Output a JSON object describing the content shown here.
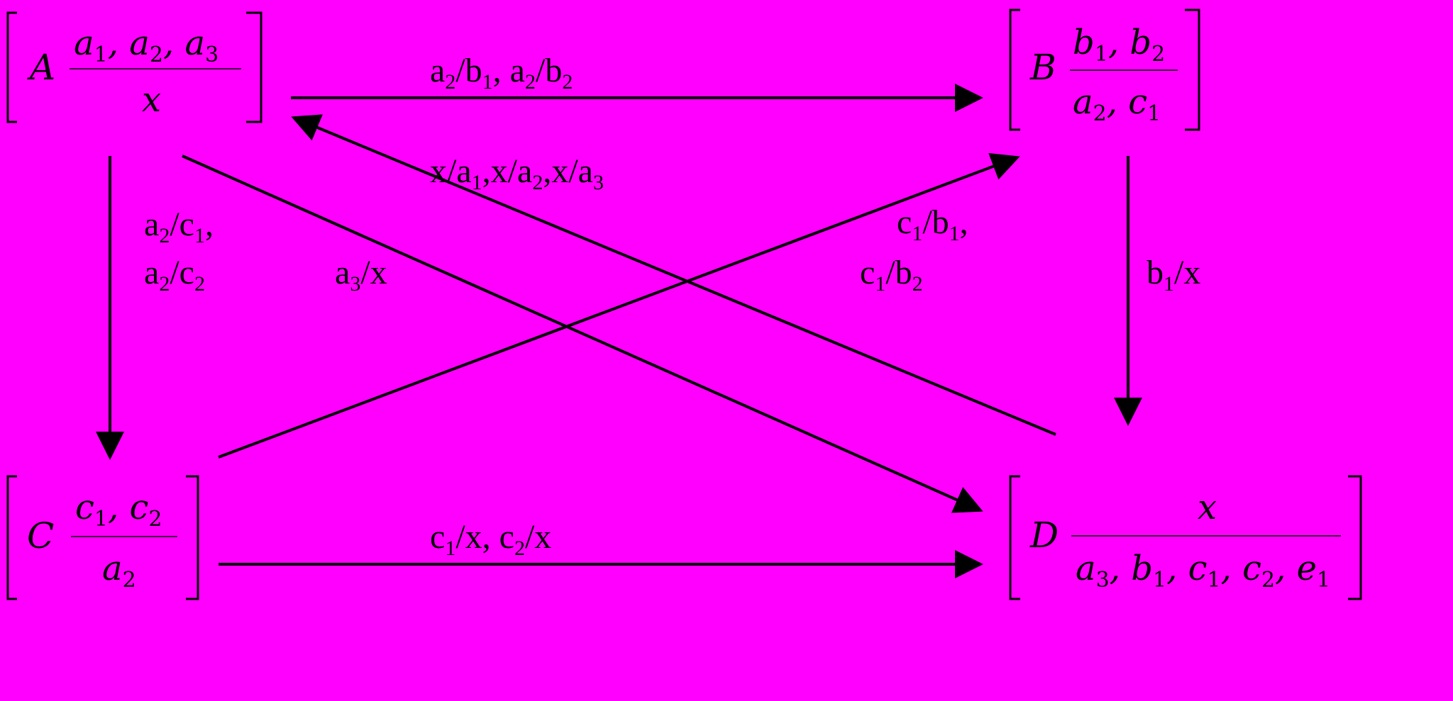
{
  "background": "#FF00FF",
  "ink": "#000000",
  "nodes": {
    "A": {
      "name": "A",
      "top": [
        "a",
        "1",
        ", ",
        "a",
        "2",
        ", ",
        "a",
        "3"
      ],
      "bottom": [
        "x"
      ]
    },
    "B": {
      "name": "B",
      "top": [
        "b",
        "1",
        ", ",
        "b",
        "2"
      ],
      "bottom": [
        "a",
        "2",
        ", ",
        "c",
        "1"
      ]
    },
    "C": {
      "name": "C",
      "top": [
        "c",
        "1",
        ", ",
        "c",
        "2"
      ],
      "bottom": [
        "a",
        "2"
      ]
    },
    "D": {
      "name": "D",
      "top": [
        "x"
      ],
      "bottom": [
        "a",
        "3",
        ", ",
        "b",
        "1",
        ", ",
        "c",
        "1",
        ", ",
        "c",
        "2",
        ", ",
        "e",
        "1"
      ]
    }
  },
  "edges": [
    {
      "from": "A",
      "to": "B",
      "label": "a2/b1, a2/b2"
    },
    {
      "from": "D",
      "to": "A",
      "label": "x/a1,x/a2,x/a3"
    },
    {
      "from": "A",
      "to": "C",
      "label": "a2/c1,\na2/c2"
    },
    {
      "from": "A",
      "to": "D",
      "label": "a3/x"
    },
    {
      "from": "C",
      "to": "B",
      "label": "c1/b1,\nc1/b2"
    },
    {
      "from": "B",
      "to": "D",
      "label": "b1/x"
    },
    {
      "from": "C",
      "to": "D",
      "label": "c1/x, c2/x"
    }
  ],
  "labels": {
    "ab": [
      [
        "a",
        "2"
      ],
      "/",
      [
        "b",
        "1"
      ],
      ", ",
      [
        "a",
        "2"
      ],
      "/",
      [
        "b",
        "2"
      ]
    ],
    "da": [
      "x/",
      [
        "a",
        "1"
      ],
      ",x/",
      [
        "a",
        "2"
      ],
      ",x/",
      [
        "a",
        "3"
      ]
    ],
    "ac_1": [
      [
        "a",
        "2"
      ],
      "/",
      [
        "c",
        "1"
      ],
      ","
    ],
    "ac_2": [
      [
        "a",
        "2"
      ],
      "/",
      [
        "c",
        "2"
      ]
    ],
    "ad": [
      [
        "a",
        "3"
      ],
      "/x"
    ],
    "cb_1": [
      [
        "c",
        "1"
      ],
      "/",
      [
        "b",
        "1"
      ],
      ","
    ],
    "cb_2": [
      [
        "c",
        "1"
      ],
      "/",
      [
        "b",
        "2"
      ]
    ],
    "bd": [
      [
        "b",
        "1"
      ],
      "/x"
    ],
    "cd": [
      [
        "c",
        "1"
      ],
      "/x, ",
      [
        "c",
        "2"
      ],
      "/x"
    ]
  }
}
